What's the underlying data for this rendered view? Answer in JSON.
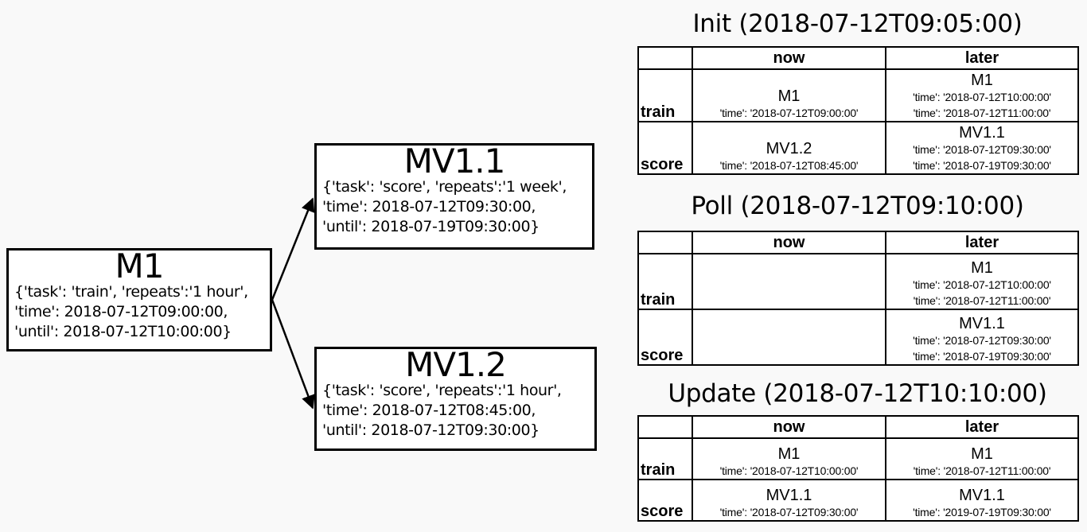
{
  "diagram": {
    "m1": {
      "title": "M1",
      "lines": [
        "{'task': 'train', 'repeats':'1 hour',",
        "'time': 2018-07-12T09:00:00,",
        "'until': 2018-07-12T10:00:00}"
      ]
    },
    "mv11": {
      "title": "MV1.1",
      "lines": [
        "{'task': 'score', 'repeats':'1 week',",
        "'time': 2018-07-12T09:30:00,",
        "'until': 2018-07-19T09:30:00}"
      ]
    },
    "mv12": {
      "title": "MV1.2",
      "lines": [
        "{'task': 'score', 'repeats':'1 hour',",
        "'time': 2018-07-12T08:45:00,",
        "'until': 2018-07-12T09:30:00}"
      ]
    }
  },
  "columns": {
    "now": "now",
    "later": "later"
  },
  "rows": {
    "train": "train",
    "score": "score"
  },
  "sections": {
    "init": {
      "title": "Init (2018-07-12T09:05:00)",
      "train_now": {
        "name": "M1",
        "times": [
          "'time': '2018-07-12T09:00:00'"
        ]
      },
      "train_later": {
        "name": "M1",
        "times": [
          "'time': '2018-07-12T10:00:00'",
          "'time': '2018-07-12T11:00:00'"
        ]
      },
      "score_now": {
        "name": "MV1.2",
        "times": [
          "'time': '2018-07-12T08:45:00'"
        ]
      },
      "score_later": {
        "name": "MV1.1",
        "times": [
          "'time': '2018-07-12T09:30:00'",
          "'time': '2018-07-19T09:30:00'"
        ]
      }
    },
    "poll": {
      "title": "Poll (2018-07-12T09:10:00)",
      "train_later": {
        "name": "M1",
        "times": [
          "'time': '2018-07-12T10:00:00'",
          "'time': '2018-07-12T11:00:00'"
        ]
      },
      "score_later": {
        "name": "MV1.1",
        "times": [
          "'time': '2018-07-12T09:30:00'",
          "'time': '2018-07-19T09:30:00'"
        ]
      }
    },
    "update": {
      "title": "Update (2018-07-12T10:10:00)",
      "train_now": {
        "name": "M1",
        "times": [
          "'time': '2018-07-12T10:00:00'"
        ]
      },
      "train_later": {
        "name": "M1",
        "times": [
          "'time': '2018-07-12T11:00:00'"
        ]
      },
      "score_now": {
        "name": "MV1.1",
        "times": [
          "'time': '2018-07-12T09:30:00'"
        ]
      },
      "score_later": {
        "name": "MV1.1",
        "times": [
          "'time': '2019-07-19T09:30:00'"
        ]
      }
    }
  }
}
